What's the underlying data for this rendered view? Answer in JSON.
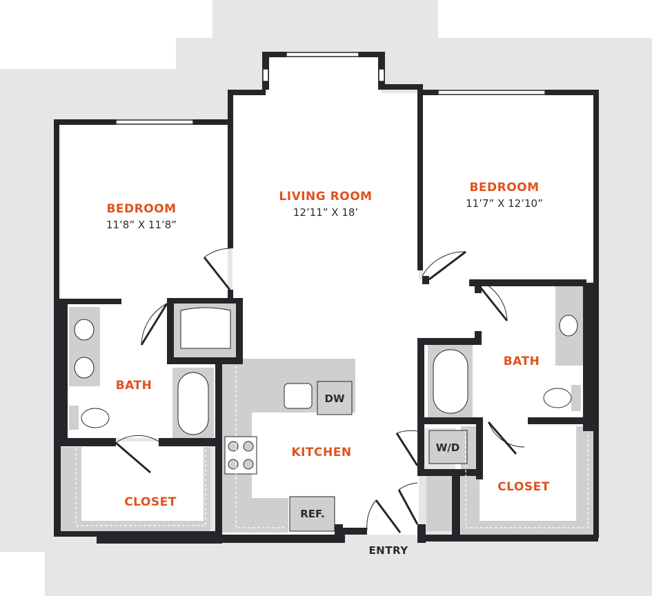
{
  "colors": {
    "background": "#e6e6e6",
    "floor": "#ffffff",
    "wall": "#24262a",
    "fixture": "#cfcfcf",
    "room_label": "#e0521e",
    "text": "#2b2b2b",
    "dashed": "#ffffff"
  },
  "rooms": {
    "bedroom_left": {
      "name": "BEDROOM",
      "dims": "11’8” X 11’8”"
    },
    "living_room": {
      "name": "LIVING ROOM",
      "dims": "12’11” X 18’"
    },
    "bedroom_right": {
      "name": "BEDROOM",
      "dims": "11’7” X 12’10”"
    },
    "bath_left": {
      "name": "BATH"
    },
    "bath_right": {
      "name": "BATH"
    },
    "kitchen": {
      "name": "KITCHEN"
    },
    "closet_left": {
      "name": "CLOSET"
    },
    "closet_right": {
      "name": "CLOSET"
    }
  },
  "fixtures": {
    "dishwasher": "DW",
    "washer_dryer": "W/D",
    "refrigerator": "REF."
  },
  "entry": "ENTRY"
}
